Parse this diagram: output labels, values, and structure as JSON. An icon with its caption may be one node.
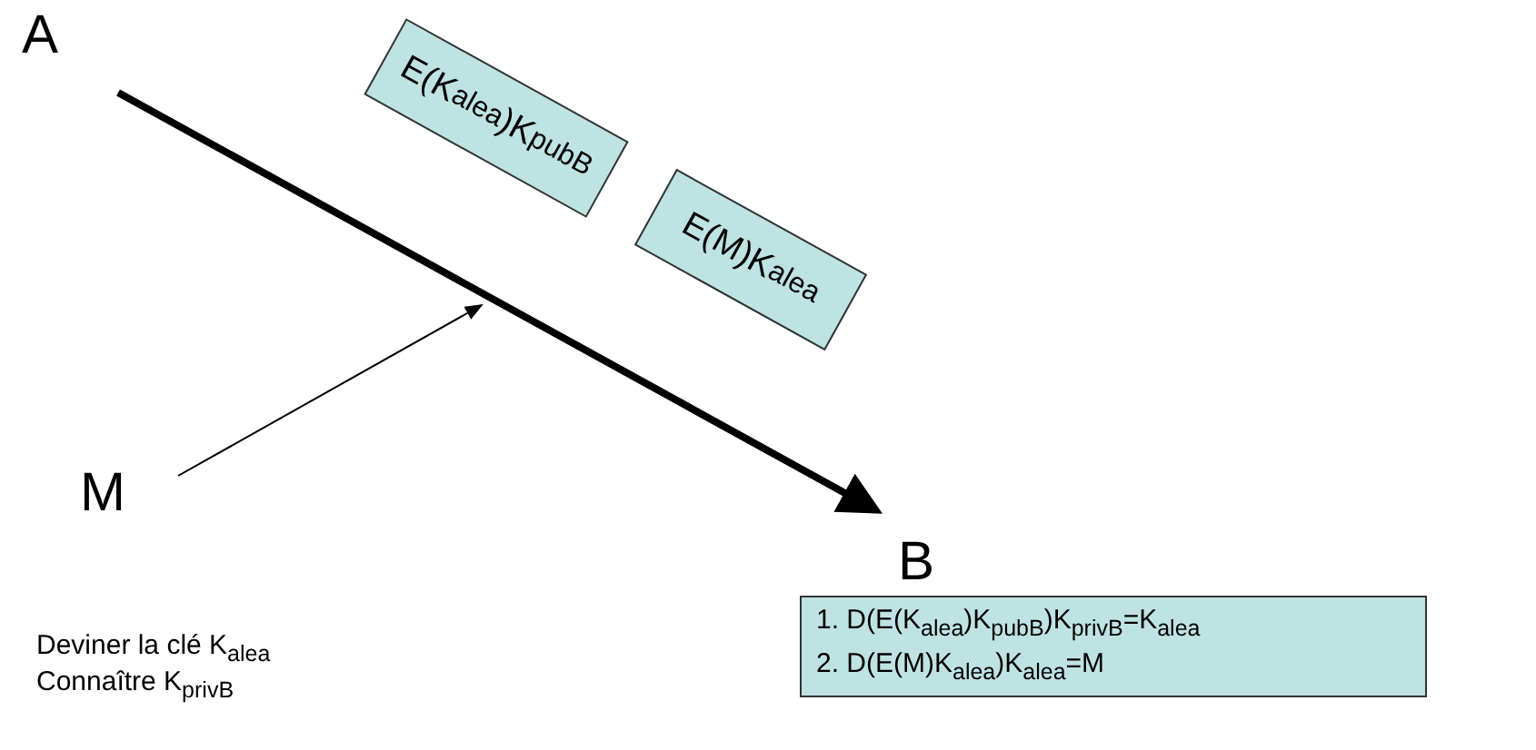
{
  "diagram": {
    "nodes": [
      {
        "text": [
          "A"
        ]
      },
      {
        "text": [
          "B"
        ]
      },
      {
        "text": [
          "M"
        ]
      },
      {
        "text": [
          "E(K$_{alea}$)K$_{pubB}$"
        ]
      },
      {
        "text": [
          "E(M)K$_{alea}$"
        ]
      },
      {
        "text": [
          "1. D(E(K$_{alea}$)K$_{pubB}$)K$_{privB}$=K$_{alea}$",
          "2. D(E(M)K$_{alea}$)K$_{alea}$=M"
        ]
      }
    ],
    "edges": [
      {
        "from": 0,
        "to": 1,
        "arrow": "to",
        "style": "thick"
      },
      {
        "from": 2,
        "to": null,
        "arrow": "to"
      }
    ],
    "labels": [
      "Deviner la clé K$_{alea}$",
      "Connaître K$_{privB}$"
    ]
  }
}
